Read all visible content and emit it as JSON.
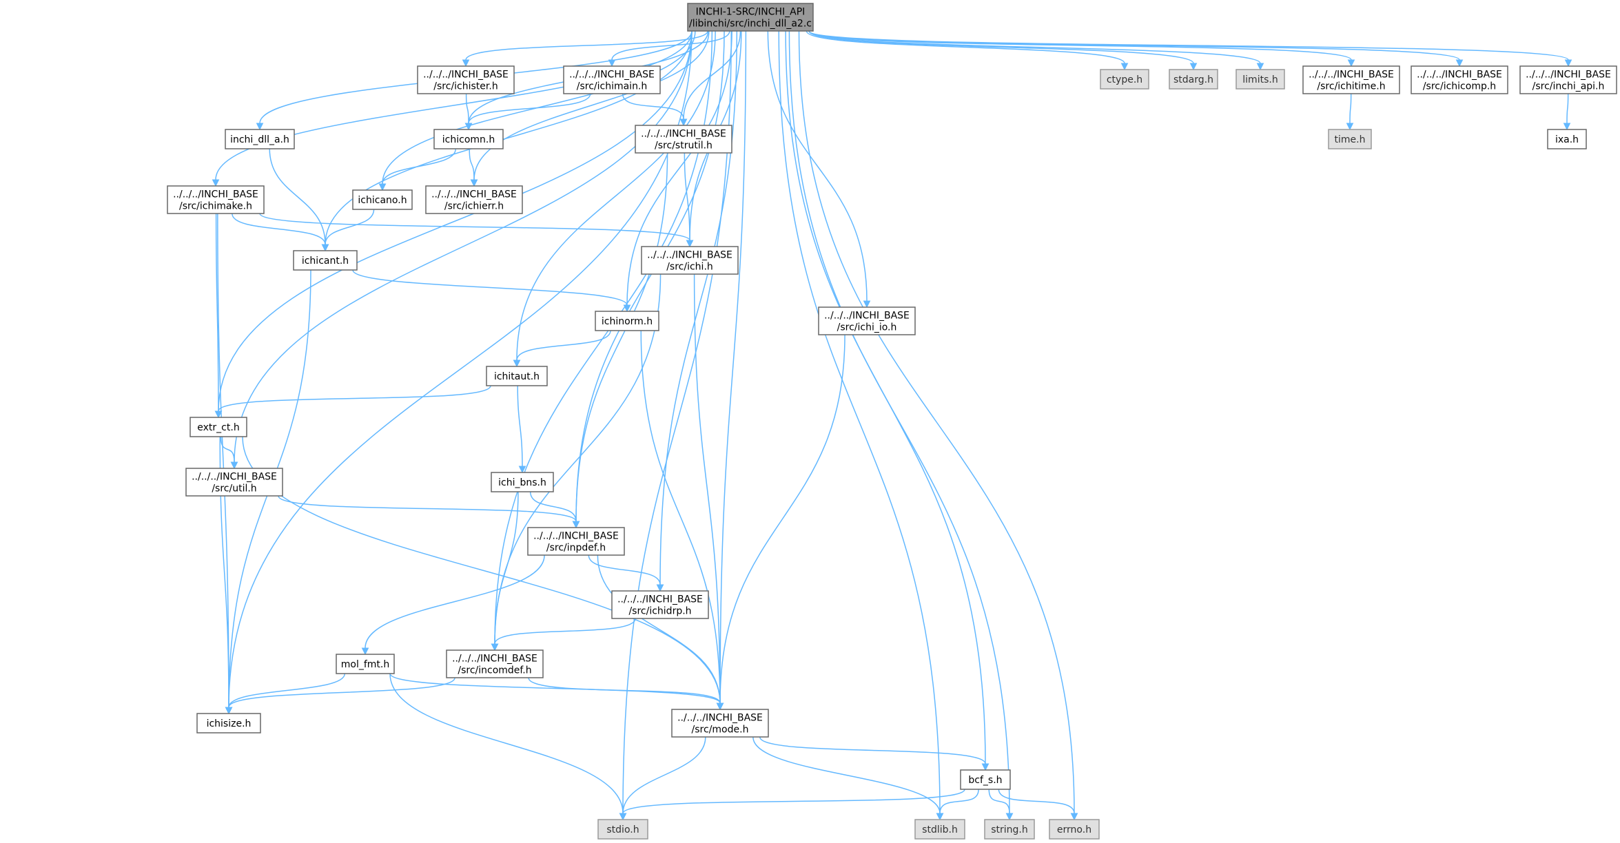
{
  "colors": {
    "edge": "#63b8ff",
    "node_border": "#666666",
    "root_fill": "#999999",
    "system_fill": "#e0e0e0",
    "local_fill": "#ffffff"
  },
  "nodes": [
    {
      "id": "root",
      "kind": "root",
      "lines": [
        "INCHI-1-SRC/INCHI_API",
        "/libinchi/src/inchi_dll_a2.c"
      ]
    },
    {
      "id": "ichister",
      "kind": "local",
      "lines": [
        "../../../INCHI_BASE",
        "/src/ichister.h"
      ]
    },
    {
      "id": "ichimain",
      "kind": "local",
      "lines": [
        "../../../INCHI_BASE",
        "/src/ichimain.h"
      ]
    },
    {
      "id": "ctype",
      "kind": "sys",
      "lines": [
        "ctype.h"
      ]
    },
    {
      "id": "stdarg",
      "kind": "sys",
      "lines": [
        "stdarg.h"
      ]
    },
    {
      "id": "limits",
      "kind": "sys",
      "lines": [
        "limits.h"
      ]
    },
    {
      "id": "ichitime",
      "kind": "local",
      "lines": [
        "../../../INCHI_BASE",
        "/src/ichitime.h"
      ]
    },
    {
      "id": "ichicomp",
      "kind": "local",
      "lines": [
        "../../../INCHI_BASE",
        "/src/ichicomp.h"
      ]
    },
    {
      "id": "inchiapi",
      "kind": "local",
      "lines": [
        "../../../INCHI_BASE",
        "/src/inchi_api.h"
      ]
    },
    {
      "id": "inchidlla",
      "kind": "local",
      "lines": [
        "inchi_dll_a.h"
      ]
    },
    {
      "id": "ichicomn",
      "kind": "local",
      "lines": [
        "ichicomn.h"
      ]
    },
    {
      "id": "strutil",
      "kind": "local",
      "lines": [
        "../../../INCHI_BASE",
        "/src/strutil.h"
      ]
    },
    {
      "id": "timeh",
      "kind": "sys",
      "lines": [
        "time.h"
      ]
    },
    {
      "id": "ixa",
      "kind": "local",
      "lines": [
        "ixa.h"
      ]
    },
    {
      "id": "ichimake",
      "kind": "local",
      "lines": [
        "../../../INCHI_BASE",
        "/src/ichimake.h"
      ]
    },
    {
      "id": "ichicano",
      "kind": "local",
      "lines": [
        "ichicano.h"
      ]
    },
    {
      "id": "ichierr",
      "kind": "local",
      "lines": [
        "../../../INCHI_BASE",
        "/src/ichierr.h"
      ]
    },
    {
      "id": "ichicant",
      "kind": "local",
      "lines": [
        "ichicant.h"
      ]
    },
    {
      "id": "ichi",
      "kind": "local",
      "lines": [
        "../../../INCHI_BASE",
        "/src/ichi.h"
      ]
    },
    {
      "id": "ichinorm",
      "kind": "local",
      "lines": [
        "ichinorm.h"
      ]
    },
    {
      "id": "ichiio",
      "kind": "local",
      "lines": [
        "../../../INCHI_BASE",
        "/src/ichi_io.h"
      ]
    },
    {
      "id": "ichitaut",
      "kind": "local",
      "lines": [
        "ichitaut.h"
      ]
    },
    {
      "id": "extrct",
      "kind": "local",
      "lines": [
        "extr_ct.h"
      ]
    },
    {
      "id": "ichibns",
      "kind": "local",
      "lines": [
        "ichi_bns.h"
      ]
    },
    {
      "id": "util",
      "kind": "local",
      "lines": [
        "../../../INCHI_BASE",
        "/src/util.h"
      ]
    },
    {
      "id": "inpdef",
      "kind": "local",
      "lines": [
        "../../../INCHI_BASE",
        "/src/inpdef.h"
      ]
    },
    {
      "id": "ichidrp",
      "kind": "local",
      "lines": [
        "../../../INCHI_BASE",
        "/src/ichidrp.h"
      ]
    },
    {
      "id": "molfmt",
      "kind": "local",
      "lines": [
        "mol_fmt.h"
      ]
    },
    {
      "id": "incomdef",
      "kind": "local",
      "lines": [
        "../../../INCHI_BASE",
        "/src/incomdef.h"
      ]
    },
    {
      "id": "ichisize",
      "kind": "local",
      "lines": [
        "ichisize.h"
      ]
    },
    {
      "id": "mode",
      "kind": "local",
      "lines": [
        "../../../INCHI_BASE",
        "/src/mode.h"
      ]
    },
    {
      "id": "bcfs",
      "kind": "local",
      "lines": [
        "bcf_s.h"
      ]
    },
    {
      "id": "stdio",
      "kind": "sys",
      "lines": [
        "stdio.h"
      ]
    },
    {
      "id": "stdlib",
      "kind": "sys",
      "lines": [
        "stdlib.h"
      ]
    },
    {
      "id": "string",
      "kind": "sys",
      "lines": [
        "string.h"
      ]
    },
    {
      "id": "errno",
      "kind": "sys",
      "lines": [
        "errno.h"
      ]
    }
  ],
  "edges": [
    [
      "root",
      "ichister"
    ],
    [
      "root",
      "ichimain"
    ],
    [
      "root",
      "ctype"
    ],
    [
      "root",
      "stdarg"
    ],
    [
      "root",
      "limits"
    ],
    [
      "root",
      "ichitime"
    ],
    [
      "root",
      "ichicomp"
    ],
    [
      "root",
      "inchiapi"
    ],
    [
      "root",
      "inchidlla"
    ],
    [
      "root",
      "ichicomn"
    ],
    [
      "root",
      "strutil"
    ],
    [
      "root",
      "ichimake"
    ],
    [
      "root",
      "ichicano"
    ],
    [
      "root",
      "ichierr"
    ],
    [
      "root",
      "ichicant"
    ],
    [
      "root",
      "ichi"
    ],
    [
      "root",
      "ichinorm"
    ],
    [
      "root",
      "ichiio"
    ],
    [
      "root",
      "ichitaut"
    ],
    [
      "root",
      "extrct"
    ],
    [
      "root",
      "util"
    ],
    [
      "root",
      "inpdef"
    ],
    [
      "root",
      "ichidrp"
    ],
    [
      "root",
      "incomdef"
    ],
    [
      "root",
      "ichisize"
    ],
    [
      "root",
      "mode"
    ],
    [
      "root",
      "bcfs"
    ],
    [
      "root",
      "stdio"
    ],
    [
      "root",
      "stdlib"
    ],
    [
      "root",
      "string"
    ],
    [
      "root",
      "errno"
    ],
    [
      "ichister",
      "ichicomn"
    ],
    [
      "ichimain",
      "ichicomn"
    ],
    [
      "ichimain",
      "strutil"
    ],
    [
      "ichitime",
      "timeh"
    ],
    [
      "inchiapi",
      "ixa"
    ],
    [
      "inchidlla",
      "ichicant"
    ],
    [
      "ichicomn",
      "ichicano"
    ],
    [
      "ichicomn",
      "ichierr"
    ],
    [
      "strutil",
      "ichi"
    ],
    [
      "strutil",
      "inpdef"
    ],
    [
      "ichimake",
      "ichicant"
    ],
    [
      "ichimake",
      "ichi"
    ],
    [
      "ichimake",
      "extrct"
    ],
    [
      "ichimake",
      "ichisize"
    ],
    [
      "ichicano",
      "ichicant"
    ],
    [
      "ichicant",
      "ichinorm"
    ],
    [
      "ichicant",
      "ichisize"
    ],
    [
      "ichi",
      "incomdef"
    ],
    [
      "ichi",
      "mode"
    ],
    [
      "ichinorm",
      "ichitaut"
    ],
    [
      "ichinorm",
      "mode"
    ],
    [
      "ichiio",
      "mode"
    ],
    [
      "ichitaut",
      "extrct"
    ],
    [
      "ichitaut",
      "ichibns"
    ],
    [
      "extrct",
      "util"
    ],
    [
      "extrct",
      "ichisize"
    ],
    [
      "extrct",
      "mode"
    ],
    [
      "ichibns",
      "inpdef"
    ],
    [
      "ichibns",
      "incomdef"
    ],
    [
      "util",
      "inpdef"
    ],
    [
      "inpdef",
      "ichidrp"
    ],
    [
      "inpdef",
      "molfmt"
    ],
    [
      "inpdef",
      "mode"
    ],
    [
      "ichidrp",
      "incomdef"
    ],
    [
      "molfmt",
      "ichisize"
    ],
    [
      "molfmt",
      "mode"
    ],
    [
      "molfmt",
      "stdio"
    ],
    [
      "incomdef",
      "ichisize"
    ],
    [
      "incomdef",
      "mode"
    ],
    [
      "mode",
      "bcfs"
    ],
    [
      "mode",
      "stdio"
    ],
    [
      "mode",
      "stdlib"
    ],
    [
      "bcfs",
      "stdio"
    ],
    [
      "bcfs",
      "stdlib"
    ],
    [
      "bcfs",
      "string"
    ],
    [
      "bcfs",
      "errno"
    ]
  ]
}
